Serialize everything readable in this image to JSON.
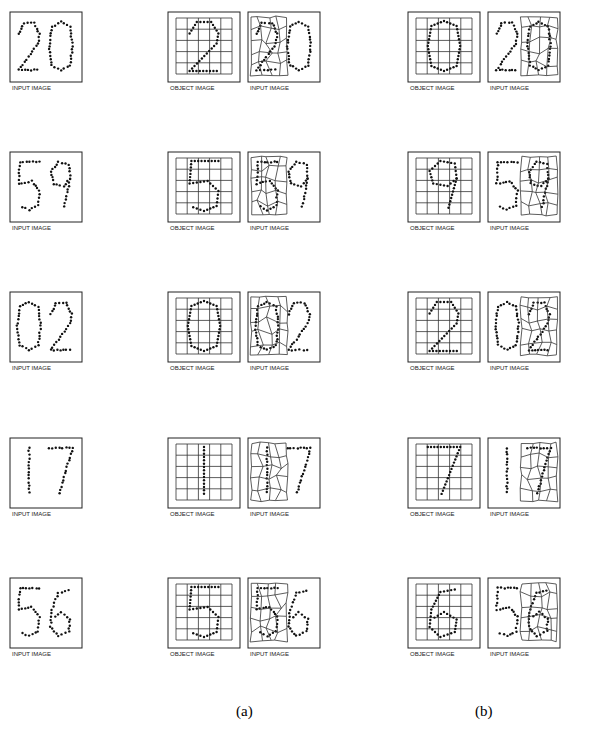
{
  "diagram": {
    "labels": [
      "INPUT IMAGE",
      "OBJECT IMAGE",
      "INPUT IMAGE",
      "OBJECT IMAGE",
      "INPUT IMAGE",
      "INPUT IMAGE",
      "OBJECT IMAGE",
      "INPUT IMAGE",
      "OBJECT IMAGE",
      "INPUT IMAGE",
      "INPUT IMAGE",
      "OBJECT IMAGE",
      "INPUT IMAGE",
      "OBJECT IMAGE",
      "INPUT IMAGE",
      "INPUT IMAGE",
      "OBJECT IMAGE",
      "INPUT IMAGE",
      "OBJECT IMAGE",
      "INPUT IMAGE",
      "INPUT IMAGE",
      "OBJECT IMAGE",
      "INPUT IMAGE",
      "OBJECT IMAGE",
      "INPUT IMAGE",
      "(a)",
      "(b)"
    ]
  }
}
